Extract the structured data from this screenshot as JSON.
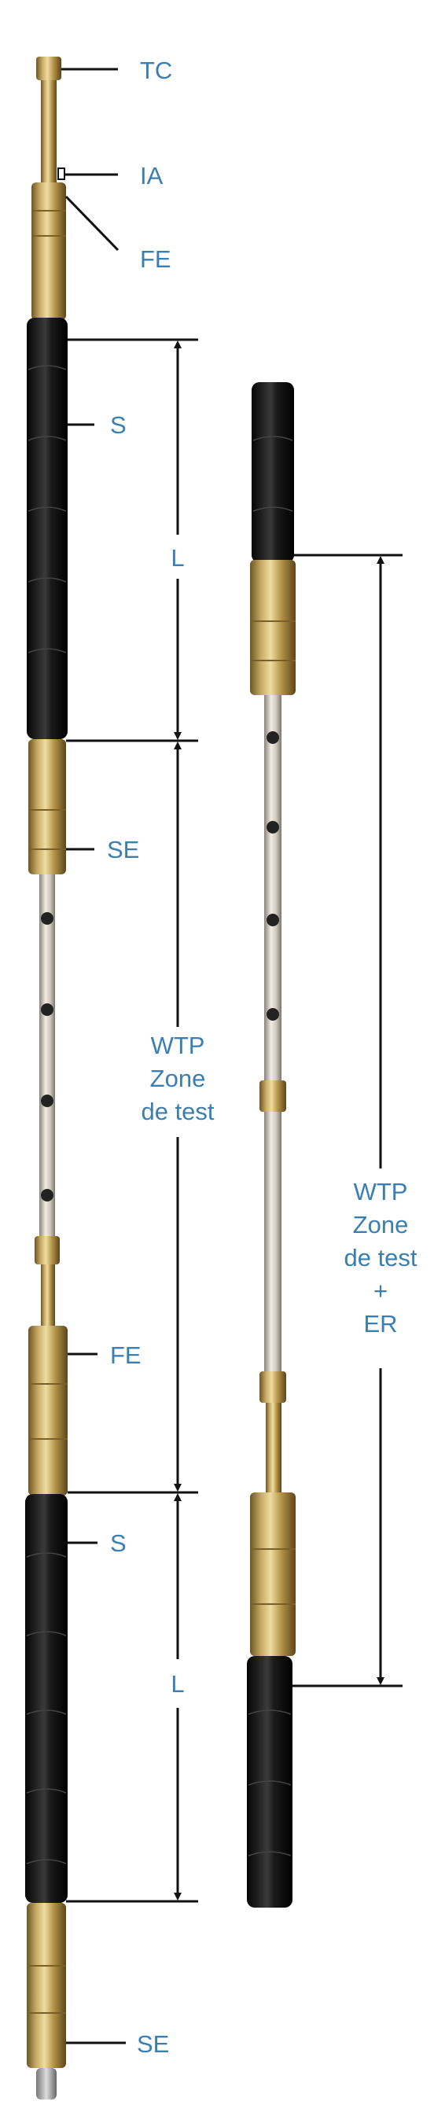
{
  "labels": {
    "tc": "TC",
    "ia": "IA",
    "fe_top": "FE",
    "s_top": "S",
    "l_top": "L",
    "se_top": "SE",
    "wtp_left_1": "WTP",
    "wtp_left_2": "Zone",
    "wtp_left_3": "de test",
    "fe_bottom": "FE",
    "s_bottom": "S",
    "l_bottom": "L",
    "se_bottom": "SE",
    "wtp_right_1": "WTP",
    "wtp_right_2": "Zone",
    "wtp_right_3": "de test",
    "wtp_right_4": "+",
    "wtp_right_5": "ER"
  },
  "colors": {
    "label_text": "#3a7fb0",
    "brass": "#b89a55",
    "rubber": "#1e1e1e",
    "rod": "#c9c2b8",
    "line": "#111111"
  }
}
